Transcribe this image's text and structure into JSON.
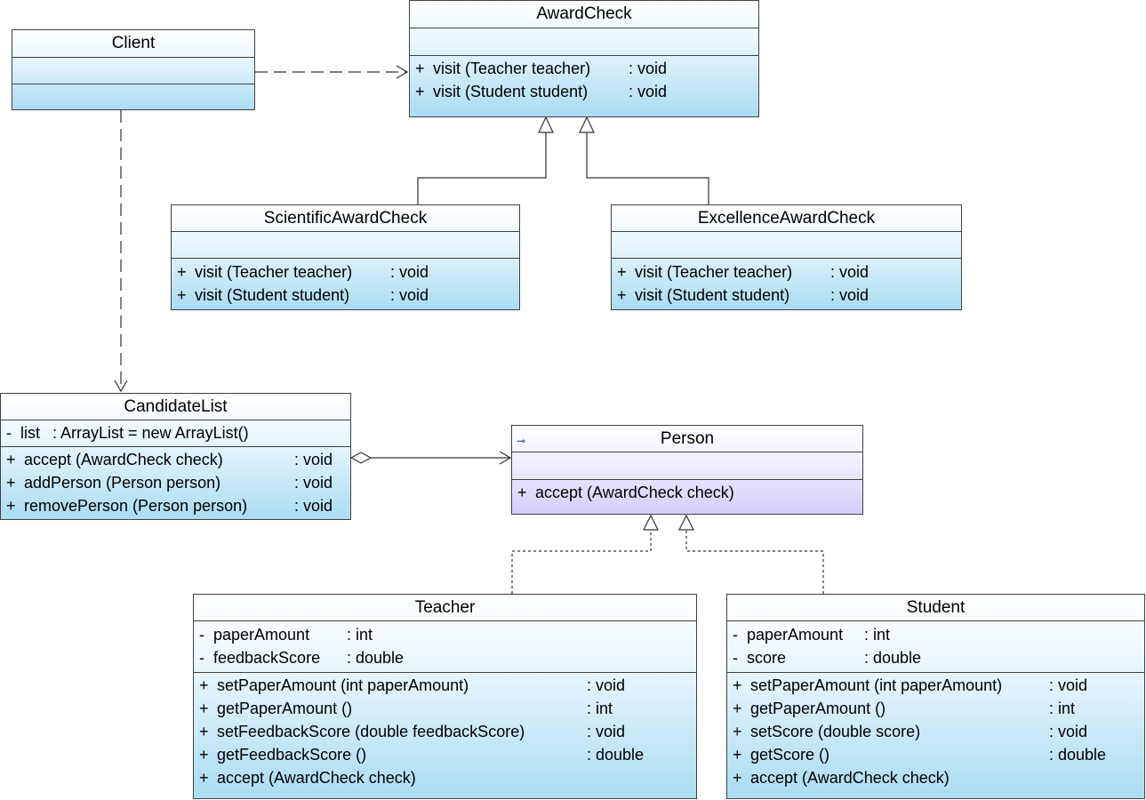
{
  "classes": {
    "client": {
      "name": "Client",
      "attributes": [],
      "operations": []
    },
    "award_check": {
      "name": "AwardCheck",
      "attributes": [],
      "operations": [
        {
          "vis": "+",
          "sig": "visit (Teacher teacher)",
          "type": ": void"
        },
        {
          "vis": "+",
          "sig": "visit (Student student)",
          "type": ": void"
        }
      ]
    },
    "scientific_award_check": {
      "name": "ScientificAwardCheck",
      "attributes": [],
      "operations": [
        {
          "vis": "+",
          "sig": "visit (Teacher teacher)",
          "type": ": void"
        },
        {
          "vis": "+",
          "sig": "visit (Student student)",
          "type": ": void"
        }
      ]
    },
    "excellence_award_check": {
      "name": "ExcellenceAwardCheck",
      "attributes": [],
      "operations": [
        {
          "vis": "+",
          "sig": "visit (Teacher teacher)",
          "type": ": void"
        },
        {
          "vis": "+",
          "sig": "visit (Student student)",
          "type": ": void"
        }
      ]
    },
    "candidate_list": {
      "name": "CandidateList",
      "attributes": [
        {
          "vis": "-",
          "sig": "list",
          "type": ": ArrayList  = new ArrayList()"
        }
      ],
      "operations": [
        {
          "vis": "+",
          "sig": "accept (AwardCheck check)",
          "type": ": void"
        },
        {
          "vis": "+",
          "sig": "addPerson (Person person)",
          "type": ": void"
        },
        {
          "vis": "+",
          "sig": "removePerson (Person person)",
          "type": ": void"
        }
      ]
    },
    "person": {
      "name": "Person",
      "icon": "interface-icon",
      "attributes": [],
      "operations": [
        {
          "vis": "+",
          "sig": "accept (AwardCheck check)",
          "type": ""
        }
      ]
    },
    "teacher": {
      "name": "Teacher",
      "attributes": [
        {
          "vis": "-",
          "sig": "paperAmount",
          "type": ": int"
        },
        {
          "vis": "-",
          "sig": "feedbackScore",
          "type": ": double"
        }
      ],
      "operations": [
        {
          "vis": "+",
          "sig": "setPaperAmount (int paperAmount)",
          "type": ": void"
        },
        {
          "vis": "+",
          "sig": "getPaperAmount ()",
          "type": ": int"
        },
        {
          "vis": "+",
          "sig": "setFeedbackScore (double feedbackScore)",
          "type": ": void"
        },
        {
          "vis": "+",
          "sig": "getFeedbackScore ()",
          "type": ": double"
        },
        {
          "vis": "+",
          "sig": "accept (AwardCheck check)",
          "type": ""
        }
      ]
    },
    "student": {
      "name": "Student",
      "attributes": [
        {
          "vis": "-",
          "sig": "paperAmount",
          "type": ": int"
        },
        {
          "vis": "-",
          "sig": "score",
          "type": ": double"
        }
      ],
      "operations": [
        {
          "vis": "+",
          "sig": "setPaperAmount (int paperAmount)",
          "type": ": void"
        },
        {
          "vis": "+",
          "sig": "getPaperAmount ()",
          "type": ": int"
        },
        {
          "vis": "+",
          "sig": "setScore (double score)",
          "type": ": void"
        },
        {
          "vis": "+",
          "sig": "getScore ()",
          "type": ": double"
        },
        {
          "vis": "+",
          "sig": "accept (AwardCheck check)",
          "type": ""
        }
      ]
    }
  },
  "relations": [
    {
      "kind": "dependency",
      "from": "client",
      "to": "award_check"
    },
    {
      "kind": "dependency",
      "from": "client",
      "to": "candidate_list"
    },
    {
      "kind": "generalization",
      "from": "scientific_award_check",
      "to": "award_check"
    },
    {
      "kind": "generalization",
      "from": "excellence_award_check",
      "to": "award_check"
    },
    {
      "kind": "aggregation",
      "from": "candidate_list",
      "to": "person"
    },
    {
      "kind": "realization",
      "from": "teacher",
      "to": "person"
    },
    {
      "kind": "realization",
      "from": "student",
      "to": "person"
    }
  ]
}
